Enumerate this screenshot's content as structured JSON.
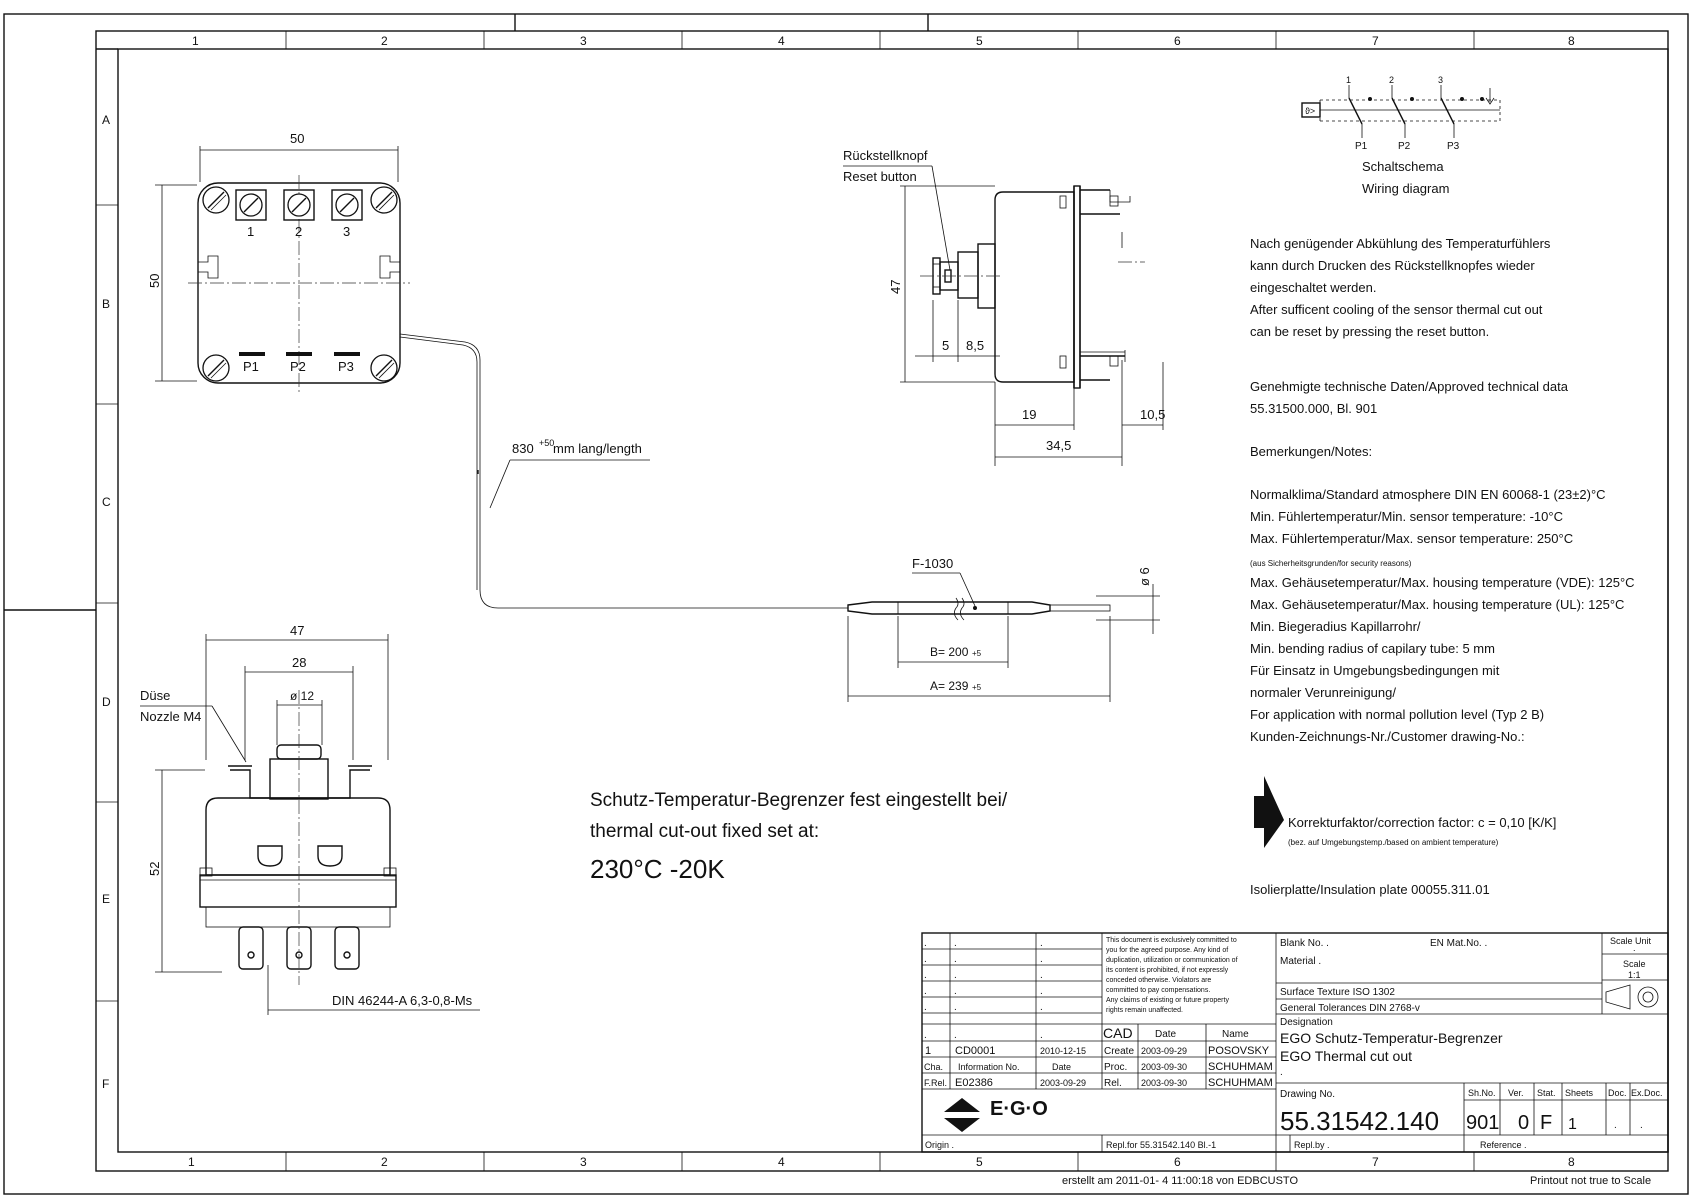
{
  "grid": {
    "columns": [
      "1",
      "2",
      "3",
      "4",
      "5",
      "6",
      "7",
      "8"
    ],
    "rows": [
      "A",
      "B",
      "C",
      "D",
      "E",
      "F"
    ]
  },
  "top_view": {
    "dim_width": "50",
    "dim_height": "50",
    "terminals": [
      "1",
      "2",
      "3"
    ],
    "pads": [
      "P1",
      "P2",
      "P3"
    ]
  },
  "capillary": {
    "length_prefix": "830",
    "length_tol": "+50",
    "length_suffix": " mm lang/length"
  },
  "side_view": {
    "reset_de": "Rückstellknopf",
    "reset_en": "Reset button",
    "dim_47": "47",
    "dim_5": "5",
    "dim_85": "8,5",
    "dim_19": "19",
    "dim_105": "10,5",
    "dim_345": "34,5"
  },
  "sensor": {
    "code": "F-1030",
    "dia": "ø 6",
    "b_dim": "B= 200",
    "b_tol": "+5",
    "a_dim": "A= 239",
    "a_tol": "+5"
  },
  "front_view": {
    "dim_47": "47",
    "dim_28": "28",
    "dim_12": "ø 12",
    "dim_52": "52",
    "nozzle_de": "Düse",
    "nozzle_en": "Nozzle M4",
    "din": "DIN  46244-A 6,3-0,8-Ms"
  },
  "setpoint": {
    "line1": "Schutz-Temperatur-Begrenzer fest eingestellt bei/",
    "line2": "thermal cut-out fixed set at:",
    "value": "230°C   -20K"
  },
  "wiring": {
    "numbers": [
      "1",
      "2",
      "3"
    ],
    "pads": [
      "P1",
      "P2",
      "P3"
    ],
    "caption_de": "Schaltschema",
    "caption_en": "Wiring diagram"
  },
  "notes": {
    "reset_lines": [
      "Nach genügender Abkühlung des Temperaturfühlers",
      "kann durch Drucken des Rückstellknopfes wieder",
      "eingeschaltet werden.",
      "After sufficent cooling of the sensor thermal cut out",
      "can be reset by pressing the reset button."
    ],
    "approved_lines": [
      "Genehmigte technische Daten/Approved technical data",
      "55.31500.000, Bl. 901"
    ],
    "remarks": "Bemerkungen/Notes:",
    "spec_lines": [
      "Normalklima/Standard atmosphere DIN EN 60068-1 (23±2)°C",
      "Min. Fühlertemperatur/Min. sensor temperature: -10°C",
      "Max. Fühlertemperatur/Max. sensor temperature: 250°C",
      "(aus Sicherheitsgrunden/for security reasons)",
      "Max. Gehäusetemperatur/Max. housing temperature (VDE): 125°C",
      "Max. Gehäusetemperatur/Max. housing temperature (UL): 125°C",
      "Min. Biegeradius Kapillarrohr/",
      "Min. bending radius of capilary tube: 5 mm",
      "Für Einsatz in Umgebungsbedingungen mit",
      "normaler Verunreinigung/",
      "For application with normal pollution level (Typ 2 B)",
      "Kunden-Zeichnungs-Nr./Customer drawing-No.:"
    ],
    "correction": "Korrekturfaktor/correction factor: c = 0,10 [K/K]",
    "correction_sub": "(bez. auf Umgebungstemp./based on ambient temperature)",
    "insulation": "Isolierplatte/Insulation plate 00055.311.01"
  },
  "title_block": {
    "legal": [
      "This document is exclusively committed to",
      "you for the agreed purpose. Any kind of",
      "duplication, utilization or communication of",
      "its content is prohibited, if not expressly",
      "conceded otherwise. Violators are",
      "committed to pay compensations.",
      "Any claims of existing or future property",
      "rights remain unaffected."
    ],
    "cad": "CAD",
    "date_hdr": "Date",
    "name_hdr": "Name",
    "rev_index": "1",
    "rev_info": "CD0001",
    "rev_date": "2010-12-15",
    "cha": "Cha.",
    "info_no": "Information No.",
    "date": "Date",
    "frel": "F.Rel.",
    "frel_no": "E02386",
    "frel_date": "2003-09-29",
    "create": "Create",
    "create_date": "2003-09-29",
    "create_name": "POSOVSKY",
    "proc": "Proc.",
    "proc_date": "2003-09-30",
    "proc_name": "SCHUHMAM",
    "rel": "Rel.",
    "rel_date": "2003-09-30",
    "rel_name": "SCHUHMAM",
    "blank_no": "Blank No.  .",
    "en_mat": "EN Mat.No.  .",
    "material": "Material    .",
    "surface": "Surface Texture ISO 1302",
    "tolerances": "General Tolerances  DIN 2768-v",
    "designation": "Designation",
    "designation_de": "EGO Schutz-Temperatur-Begrenzer",
    "designation_en": "EGO Thermal cut out",
    "scale_unit": "Scale Unit",
    "scale": "Scale",
    "scale_val": "1:1",
    "logo": "E·G·O",
    "drawing_no_lbl": "Drawing No.",
    "drawing_no": "55.31542.140",
    "shno_lbl": "Sh.No.",
    "ver_lbl": "Ver.",
    "stat_lbl": "Stat.",
    "sheets_lbl": "Sheets",
    "doc_lbl": "Doc.",
    "exdoc_lbl": "Ex.Doc.",
    "shno": "901",
    "ver": "0",
    "stat": "F",
    "sheets": "1",
    "origin": "Origin .",
    "repl_for": "Repl.for 55.31542.140  Bl.-1",
    "repl_by": "Repl.by .",
    "reference": "Reference ."
  },
  "footer": {
    "created": "erstellt am  2011-01- 4  11:00:18  von  EDBCUSTO",
    "printout": "Printout not true to Scale"
  }
}
